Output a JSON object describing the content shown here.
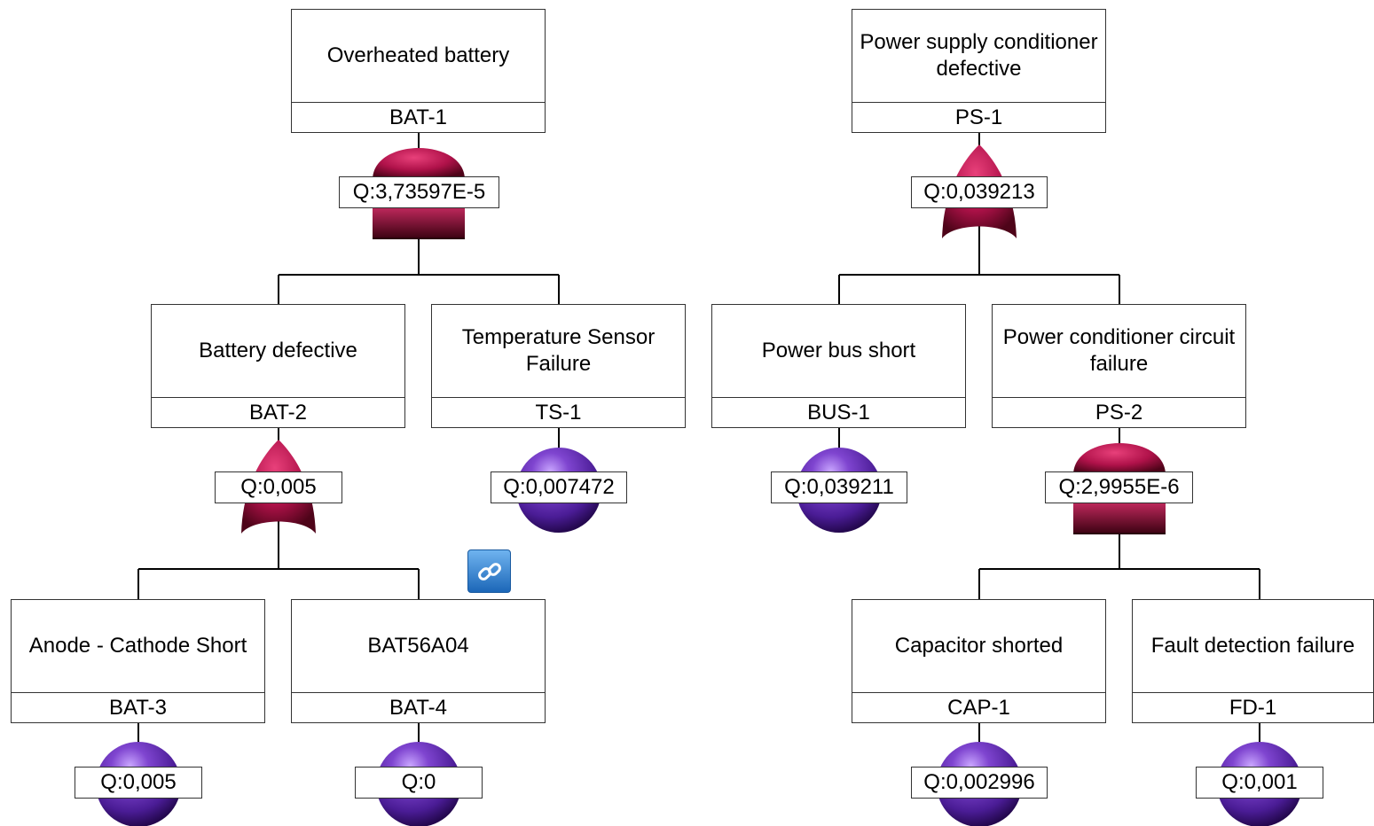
{
  "nodes": {
    "bat1": {
      "title": "Overheated battery",
      "id": "BAT-1",
      "q": "Q:3,73597E-5",
      "gate": "and-gate"
    },
    "ps1": {
      "title": "Power supply conditioner defective",
      "id": "PS-1",
      "q": "Q:0,039213",
      "gate": "or-gate"
    },
    "bat2": {
      "title": "Battery defective",
      "id": "BAT-2",
      "q": "Q:0,005",
      "gate": "or-gate"
    },
    "ts1": {
      "title": "Temperature Sensor Failure",
      "id": "TS-1",
      "q": "Q:0,007472",
      "gate": "basic-event"
    },
    "bus1": {
      "title": "Power bus short",
      "id": "BUS-1",
      "q": "Q:0,039211",
      "gate": "basic-event"
    },
    "ps2": {
      "title": "Power conditioner circuit failure",
      "id": "PS-2",
      "q": "Q:2,9955E-6",
      "gate": "and-gate"
    },
    "bat3": {
      "title": "Anode - Cathode Short",
      "id": "BAT-3",
      "q": "Q:0,005",
      "gate": "basic-event"
    },
    "bat4": {
      "title": "BAT56A04",
      "id": "BAT-4",
      "q": "Q:0",
      "gate": "basic-event",
      "linked": true
    },
    "cap1": {
      "title": "Capacitor shorted",
      "id": "CAP-1",
      "q": "Q:0,002996",
      "gate": "basic-event"
    },
    "fd1": {
      "title": "Fault detection failure",
      "id": "FD-1",
      "q": "Q:0,001",
      "gate": "basic-event"
    }
  },
  "icons": {
    "link": "link-icon"
  },
  "colors": {
    "gate": "#b0124a",
    "gate_dark": "#5a0620",
    "event": "#7a3cc0",
    "event_dark": "#3a1470",
    "line": "#000000"
  }
}
